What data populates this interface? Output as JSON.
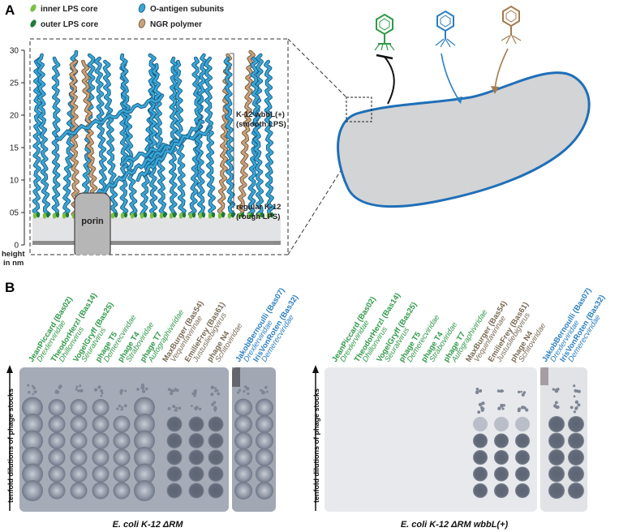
{
  "panelA": {
    "label": "A",
    "legend": {
      "inner": "inner LPS core",
      "outer": "outer LPS core",
      "oantigen": "O-antigen subunits",
      "ngr": "NGR polymer"
    },
    "yaxis": {
      "ticks": [
        "30",
        "25",
        "20",
        "15",
        "10",
        "05",
        "0"
      ],
      "label1": "height",
      "label2": "in nm"
    },
    "porin": "porin",
    "smooth": {
      "l1": "K-12 wbbL(+)",
      "l2": "(smooth LPS)"
    },
    "rough": {
      "l1": "regular K-12",
      "l2": "(rough LPS)"
    }
  },
  "panelB": {
    "label": "B",
    "side_label": "tenfold dilutions of phage stocks",
    "plate1_caption": "E. coli K-12 ΔRM",
    "plate2_caption": "E. coli K-12 ΔRM wbbL(+)",
    "phages": [
      {
        "name": "JeanPiccard (Bas02)",
        "family": "Drexlerviridae",
        "color": "#2e9a48"
      },
      {
        "name": "TheodorHerzl (Bas14)",
        "family": "Dhillonvirus",
        "color": "#2e9a48"
      },
      {
        "name": "VogelGryff (Bas25)",
        "family": "Seuratvirus",
        "color": "#2e9a48"
      },
      {
        "name": "phage T5",
        "family": "Demerecviridae",
        "color": "#2e9a48"
      },
      {
        "name": "phage T4",
        "family": "Straboviridae",
        "color": "#2e9a48"
      },
      {
        "name": "phage T7",
        "family": "Autographiviridae",
        "color": "#2e9a48"
      },
      {
        "name": "MaxBurger (Bas54)",
        "family": "Vequintavirinae",
        "color": "#7a6a55"
      },
      {
        "name": "EmilieFrey (Bas61)",
        "family": "Justusliebigvirus",
        "color": "#7a6a55"
      },
      {
        "name": "phage N4",
        "family": "Schitoviridae",
        "color": "#7a6a55"
      },
      {
        "name": "JakobBernoulli (Bas07)",
        "family": "Drexlerviridae",
        "color": "#2a7fc2"
      },
      {
        "name": "IrisVonRoten (Bas32)",
        "family": "Demerecviridae",
        "color": "#2a7fc2"
      }
    ]
  }
}
